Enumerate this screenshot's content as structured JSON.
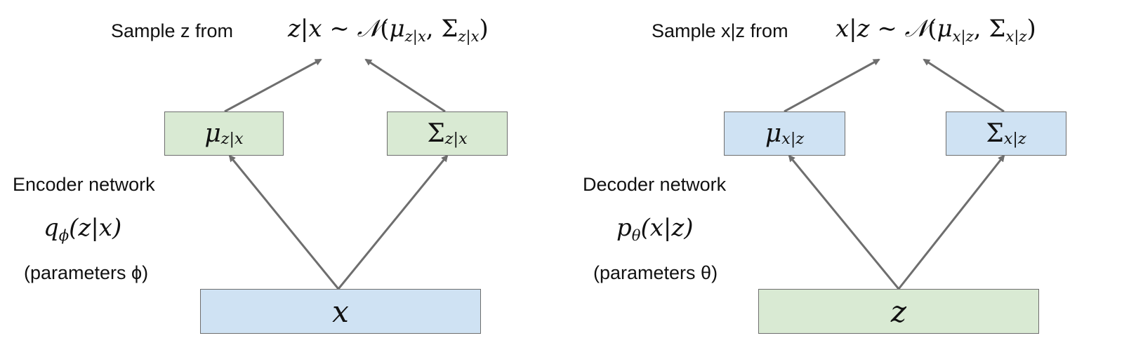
{
  "left": {
    "sample_text": "Sample z from",
    "sample_formula": {
      "lhs": "z|x",
      "rel": "∼",
      "dist": "𝒩",
      "mu_sub": "z|x",
      "sigma_sub": "z|x"
    },
    "box_mu": {
      "symbol": "μ",
      "sub": "z|x"
    },
    "box_sigma": {
      "symbol": "Σ",
      "sub": "z|x"
    },
    "network_label": "Encoder network",
    "network_fn": {
      "fn": "q",
      "param": "ϕ",
      "arg": "(z|x)"
    },
    "params_label": "(parameters ϕ)",
    "input_box": "x"
  },
  "right": {
    "sample_text": "Sample x|z from",
    "sample_formula": {
      "lhs": "x|z",
      "rel": "∼",
      "dist": "𝒩",
      "mu_sub": "x|z",
      "sigma_sub": "x|z"
    },
    "box_mu": {
      "symbol": "μ",
      "sub": "x|z"
    },
    "box_sigma": {
      "symbol": "Σ",
      "sub": "x|z"
    },
    "network_label": "Decoder network",
    "network_fn": {
      "fn": "p",
      "param": "θ",
      "arg": "(x|z)"
    },
    "params_label": "(parameters θ)",
    "input_box": "z"
  },
  "colors": {
    "green": "#d9ead3",
    "blue": "#cfe2f3",
    "arrow": "#6e6e6e"
  }
}
